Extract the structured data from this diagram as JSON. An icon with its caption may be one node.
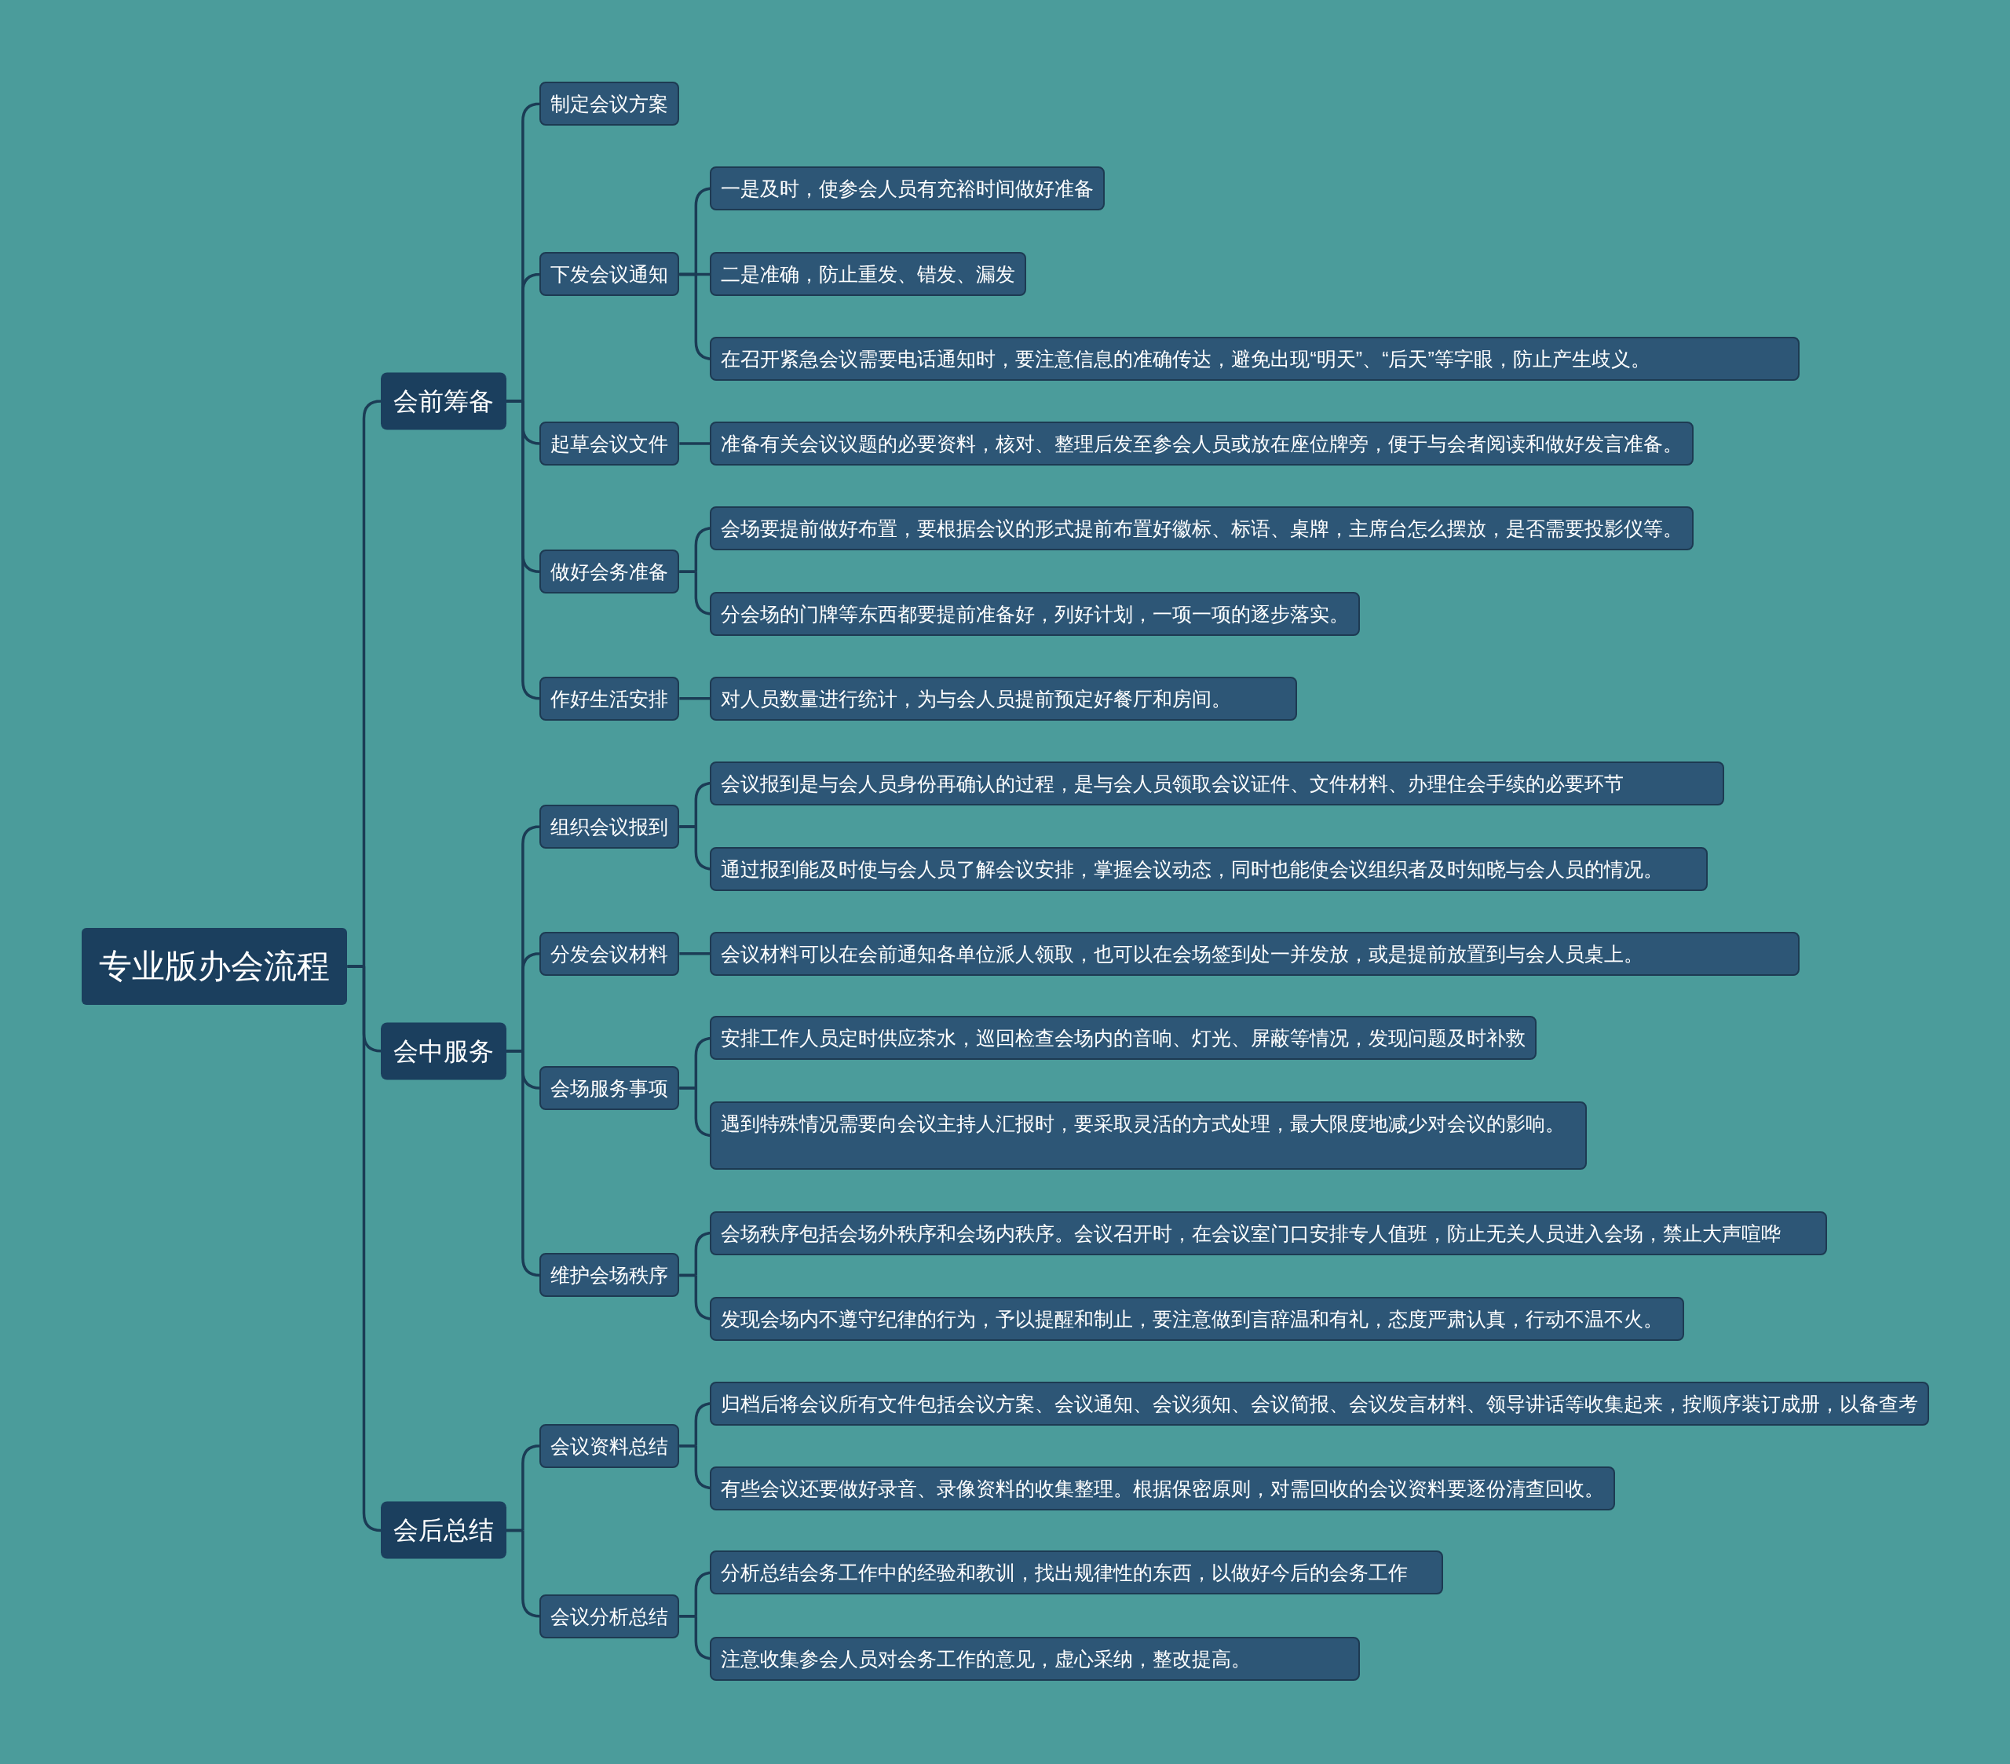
{
  "diagram": {
    "nodes": [
      {
        "text": [
          "专业版办会流程"
        ]
      },
      {
        "text": [
          "会前筹备"
        ]
      },
      {
        "text": [
          "制定会议方案"
        ]
      },
      {
        "text": [
          "下发会议通知"
        ]
      },
      {
        "text": [
          "一是及时，使参会人员有充裕时间做好准备"
        ]
      },
      {
        "text": [
          "二是准确，防止重发、错发、漏发"
        ]
      },
      {
        "text": [
          "在召开紧急会议需要电话通知时，要注意信息的准确传达，避免出现“明天”、“后天”等字眼，防止产生歧义。"
        ]
      },
      {
        "text": [
          "起草会议文件"
        ]
      },
      {
        "text": [
          "准备有关会议议题的必要资料，核对、整理后发至参会人员或放在座位牌旁，便于与会者阅读和做好发言准备。"
        ]
      },
      {
        "text": [
          "做好会务准备"
        ]
      },
      {
        "text": [
          "会场要提前做好布置，要根据会议的形式提前布置好徽标、标语、桌牌，主席台怎么摆放，是否需要投影仪等。"
        ]
      },
      {
        "text": [
          "分会场的门牌等东西都要提前准备好，列好计划，一项一项的逐步落实。"
        ]
      },
      {
        "text": [
          "作好生活安排"
        ]
      },
      {
        "text": [
          "对人员数量进行统计，为与会人员提前预定好餐厅和房间。"
        ]
      },
      {
        "text": [
          "会中服务"
        ]
      },
      {
        "text": [
          "组织会议报到"
        ]
      },
      {
        "text": [
          "会议报到是与会人员身份再确认的过程，是与会人员领取会议证件、文件材料、办理住会手续的必要环节"
        ]
      },
      {
        "text": [
          "通过报到能及时使与会人员了解会议安排，掌握会议动态，同时也能使会议组织者及时知晓与会人员的情况。"
        ]
      },
      {
        "text": [
          "分发会议材料"
        ]
      },
      {
        "text": [
          "会议材料可以在会前通知各单位派人领取，也可以在会场签到处一并发放，或是提前放置到与会人员桌上。"
        ]
      },
      {
        "text": [
          "会场服务事项"
        ]
      },
      {
        "text": [
          "安排工作人员定时供应茶水，巡回检查会场内的音响、灯光、屏蔽等情况，发现问题及时补救"
        ]
      },
      {
        "text": [
          "遇到特殊情况需要向会议主持人汇报时，要采取灵活的方式处理，最大限度地减少对会议的影响。"
        ]
      },
      {
        "text": [
          "维护会场秩序"
        ]
      },
      {
        "text": [
          "会场秩序包括会场外秩序和会场内秩序。会议召开时，在会议室门口安排专人值班，防止无关人员进入会场，禁止大声喧哗"
        ]
      },
      {
        "text": [
          "发现会场内不遵守纪律的行为，予以提醒和制止，要注意做到言辞温和有礼，态度严肃认真，行动不温不火。"
        ]
      },
      {
        "text": [
          "会后总结"
        ]
      },
      {
        "text": [
          "会议资料总结"
        ]
      },
      {
        "text": [
          "归档后将会议所有文件包括会议方案、会议通知、会议须知、会议简报、会议发言材料、领导讲话等收集起来，按顺序装订成册，以备查考"
        ]
      },
      {
        "text": [
          "有些会议还要做好录音、录像资料的收集整理。根据保密原则，对需回收的会议资料要逐份清查回收。"
        ]
      },
      {
        "text": [
          "会议分析总结"
        ]
      },
      {
        "text": [
          "分析总结会务工作中的经验和教训，找出规律性的东西，以做好今后的会务工作"
        ]
      },
      {
        "text": [
          "注意收集参会人员对会务工作的意见，虚心采纳，整改提高。"
        ]
      }
    ],
    "edges": [
      {
        "from": 0,
        "to": 1,
        "arrow": "none"
      },
      {
        "from": 1,
        "to": 2,
        "arrow": "none"
      },
      {
        "from": 1,
        "to": 3,
        "arrow": "none"
      },
      {
        "from": 3,
        "to": 4,
        "arrow": "none"
      },
      {
        "from": 3,
        "to": 5,
        "arrow": "none"
      },
      {
        "from": 3,
        "to": 6,
        "arrow": "none"
      },
      {
        "from": 1,
        "to": 7,
        "arrow": "none"
      },
      {
        "from": 7,
        "to": 8,
        "arrow": "none"
      },
      {
        "from": 1,
        "to": 9,
        "arrow": "none"
      },
      {
        "from": 9,
        "to": 10,
        "arrow": "none"
      },
      {
        "from": 9,
        "to": 11,
        "arrow": "none"
      },
      {
        "from": 1,
        "to": 12,
        "arrow": "none"
      },
      {
        "from": 12,
        "to": 13,
        "arrow": "none"
      },
      {
        "from": 0,
        "to": 14,
        "arrow": "none"
      },
      {
        "from": 14,
        "to": 15,
        "arrow": "none"
      },
      {
        "from": 15,
        "to": 16,
        "arrow": "none"
      },
      {
        "from": 15,
        "to": 17,
        "arrow": "none"
      },
      {
        "from": 14,
        "to": 18,
        "arrow": "none"
      },
      {
        "from": 18,
        "to": 19,
        "arrow": "none"
      },
      {
        "from": 14,
        "to": 20,
        "arrow": "none"
      },
      {
        "from": 20,
        "to": 21,
        "arrow": "none"
      },
      {
        "from": 20,
        "to": 22,
        "arrow": "none"
      },
      {
        "from": 14,
        "to": 23,
        "arrow": "none"
      },
      {
        "from": 23,
        "to": 24,
        "arrow": "none"
      },
      {
        "from": 23,
        "to": 25,
        "arrow": "none"
      },
      {
        "from": 0,
        "to": 26,
        "arrow": "none"
      },
      {
        "from": 26,
        "to": 27,
        "arrow": "none"
      },
      {
        "from": 27,
        "to": 28,
        "arrow": "none"
      },
      {
        "from": 27,
        "to": 29,
        "arrow": "none"
      },
      {
        "from": 26,
        "to": 30,
        "arrow": "none"
      },
      {
        "from": 30,
        "to": 31,
        "arrow": "none"
      },
      {
        "from": 30,
        "to": 32,
        "arrow": "none"
      }
    ]
  }
}
